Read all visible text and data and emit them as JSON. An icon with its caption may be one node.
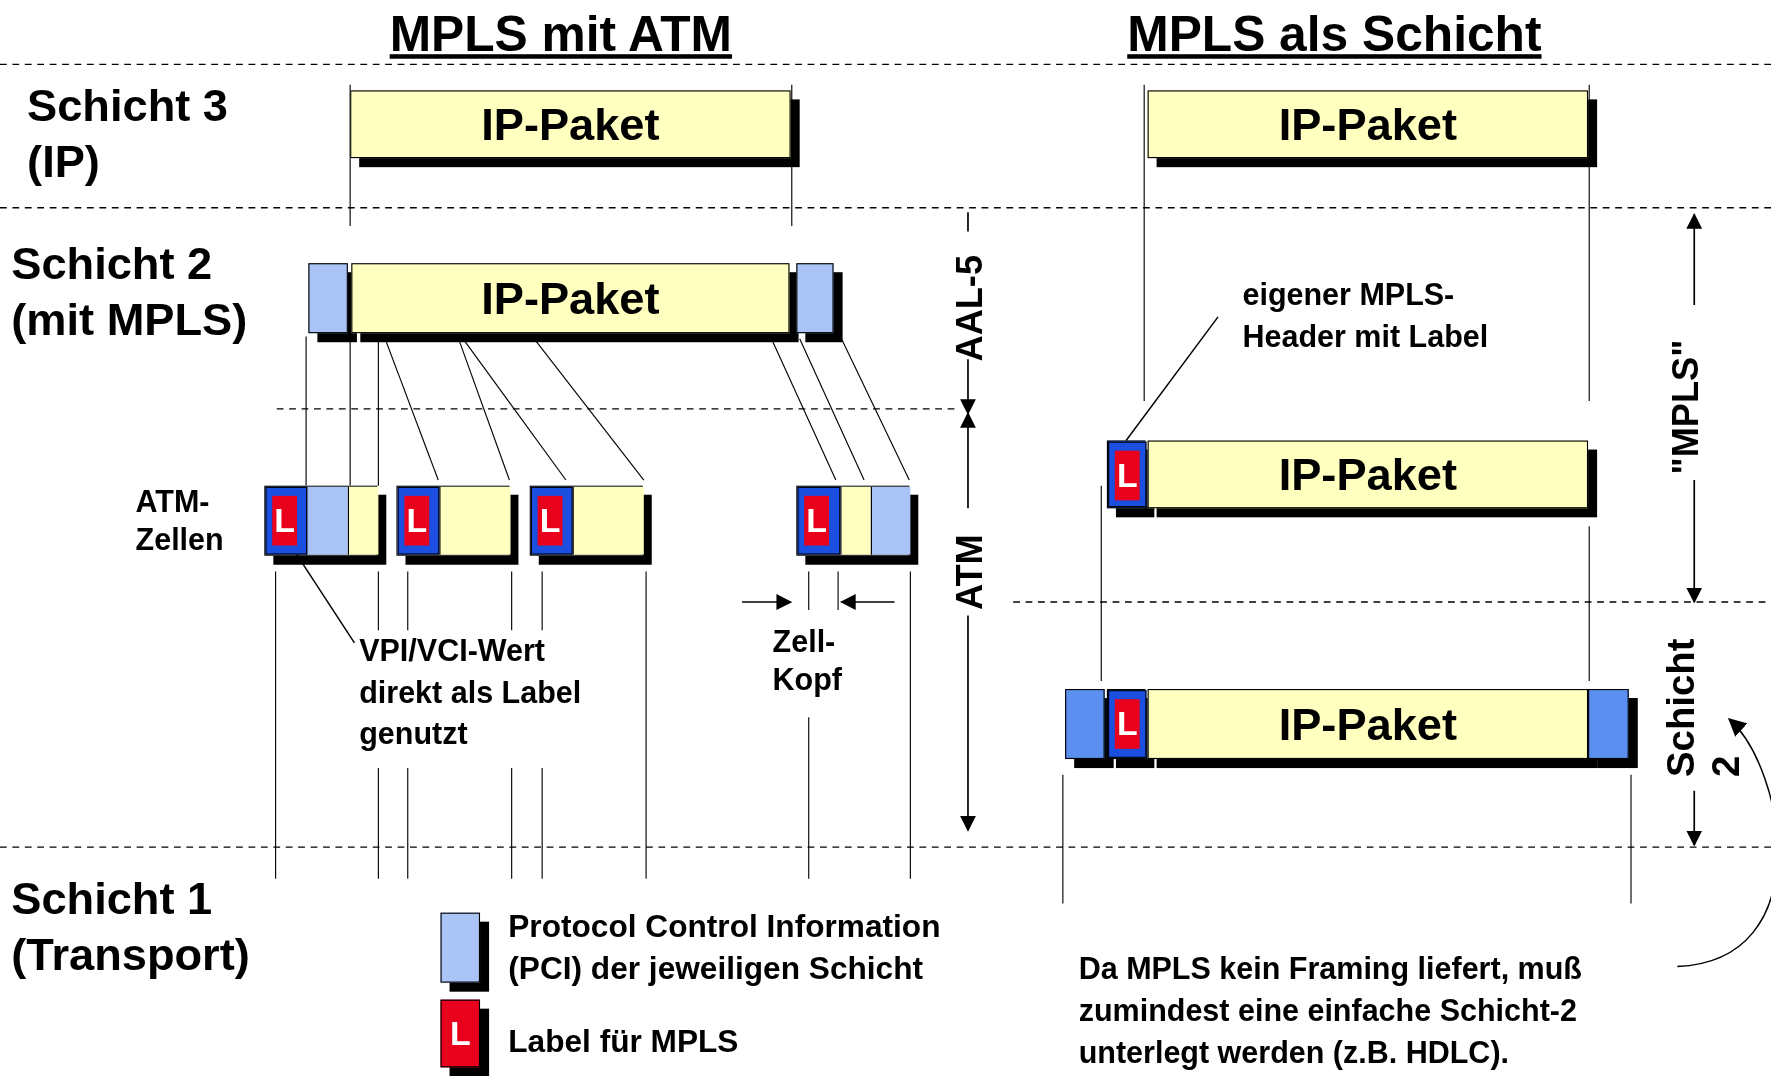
{
  "diagram": {
    "nodes": [
      {
        "text": [
          "IP-Paket"
        ]
      },
      {
        "text": [
          "IP-Paket"
        ]
      },
      {
        "text": [],
        "shape": "box"
      },
      {
        "text": [
          "IP-Paket"
        ]
      },
      {
        "text": [],
        "shape": "box"
      },
      {
        "text": [],
        "shape": "box"
      },
      {
        "text": [
          "L"
        ],
        "in": 5
      },
      {
        "text": [],
        "shape": "box"
      },
      {
        "text": [
          "L"
        ],
        "in": 7
      },
      {
        "text": [],
        "shape": "box"
      },
      {
        "text": [
          "L"
        ],
        "in": 9
      },
      {
        "text": [],
        "shape": "box"
      },
      {
        "text": [
          "L"
        ],
        "in": 11
      },
      {
        "text": [],
        "shape": "box"
      },
      {
        "text": [
          "L"
        ],
        "in": 13
      },
      {
        "text": [
          "IP-Paket"
        ]
      },
      {
        "text": [],
        "shape": "box"
      },
      {
        "text": [],
        "shape": "box"
      },
      {
        "text": [
          "L"
        ],
        "in": 17
      },
      {
        "text": [
          "IP-Paket"
        ]
      },
      {
        "text": [],
        "shape": "box"
      },
      {
        "text": [
          "VPI/VCI-Wert direkt als Label genutzt"
        ]
      },
      {
        "text": [
          "eigener MPLS-Header mit Label"
        ]
      },
      {
        "text": [
          "Schicht 2"
        ]
      },
      {
        "text": [
          "Da MPLS kein Framing liefert, muß zumindest eine einfache Schicht-2 unterlegt werden (z.B. HDLC)."
        ]
      }
    ],
    "edges": [
      {
        "from": 21,
        "to": 6,
        "arrow": "none"
      },
      {
        "from": 22,
        "to": 13,
        "arrow": "none"
      },
      {
        "from": 24,
        "to": 23,
        "arrow": "to"
      }
    ],
    "labels": [
      "MPLS mit ATM",
      "MPLS als Schicht",
      "Schicht 3 (IP)",
      "Schicht 2 (mit MPLS)",
      "AAL-5",
      "\"MPLS\"",
      "ATM-Zellen",
      "ATM",
      "Zell-Kopf",
      "Schicht 1 (Transport)",
      "L"
    ],
    "legend": [
      {
        "text": "Protocol Control Information (PCI) der jeweiligen Schicht",
        "color": "#a9c4f5"
      },
      {
        "text": "Label für MPLS",
        "color": "#e8001c"
      }
    ]
  }
}
